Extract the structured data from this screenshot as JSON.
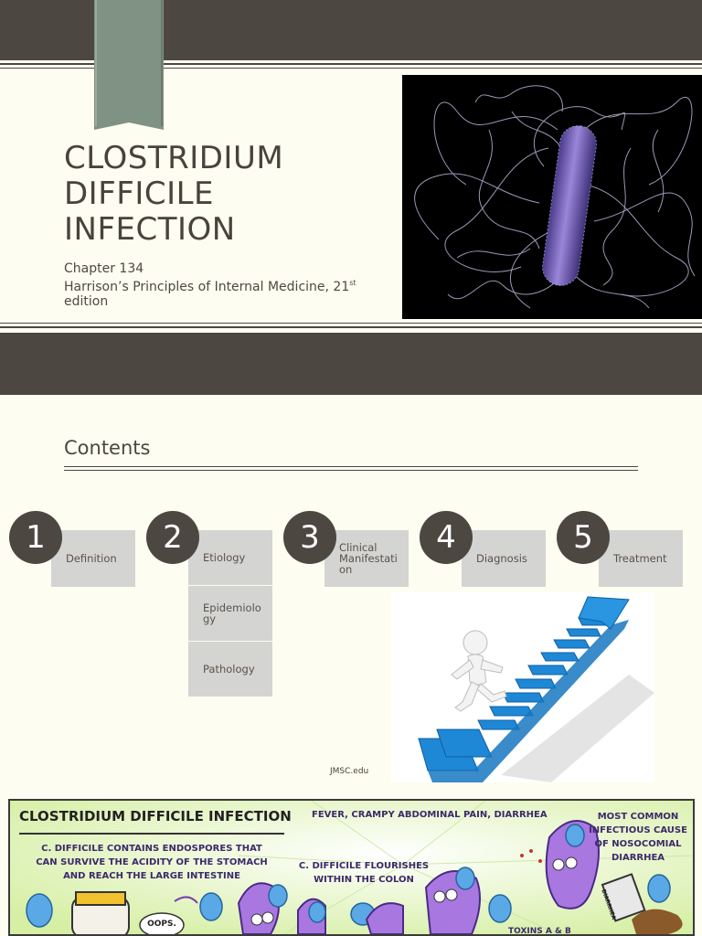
{
  "slide1": {
    "title_lines": [
      "CLOSTRIDIUM",
      "DIFFICILE",
      "INFECTION"
    ],
    "subtitle_line1": "Chapter 134",
    "subtitle_line2": "Harrison’s Principles of Internal Medicine, 21",
    "subtitle_sup": "st",
    "subtitle_line3": "edition",
    "colors": {
      "dark_band": "#4d4741",
      "ribbon": "#7f9283",
      "background": "#fdfdf1"
    }
  },
  "contents": {
    "title": "Contents",
    "steps": [
      {
        "number": "1",
        "items": [
          "Definition"
        ]
      },
      {
        "number": "2",
        "items": [
          "Etiology",
          "Epidemiolo\ngy",
          "Pathology"
        ]
      },
      {
        "number": "3",
        "items": [
          "Clinical\nManifestati\non"
        ]
      },
      {
        "number": "4",
        "items": [
          "Diagnosis"
        ]
      },
      {
        "number": "5",
        "items": [
          "Treatment"
        ]
      }
    ],
    "image_credit": "JMSC.edu"
  },
  "comic": {
    "title": "CLOSTRIDIUM DIFFICILE INFECTION",
    "symptoms": "FEVER, CRAMPY ABDOMINAL PAIN, DIARRHEA",
    "cause_line1": "MOST COMMON",
    "cause_line2": "INFECTIOUS CAUSE",
    "cause_line3": "OF NOSOCOMIAL",
    "cause_line4": "DIARRHEA",
    "spores_line1": "C. DIFFICILE CONTAINS ENDOSPORES THAT",
    "spores_line2": "CAN SURVIVE THE ACIDITY OF THE STOMACH",
    "spores_line3": "AND REACH THE LARGE INTESTINE",
    "colon_line1": "C. DIFFICILE FLOURISHES",
    "colon_line2": "WITHIN THE COLON",
    "oops": "OOPS.",
    "cup_label": "DIARRHEA",
    "toxins": "TOXINS A & B"
  }
}
